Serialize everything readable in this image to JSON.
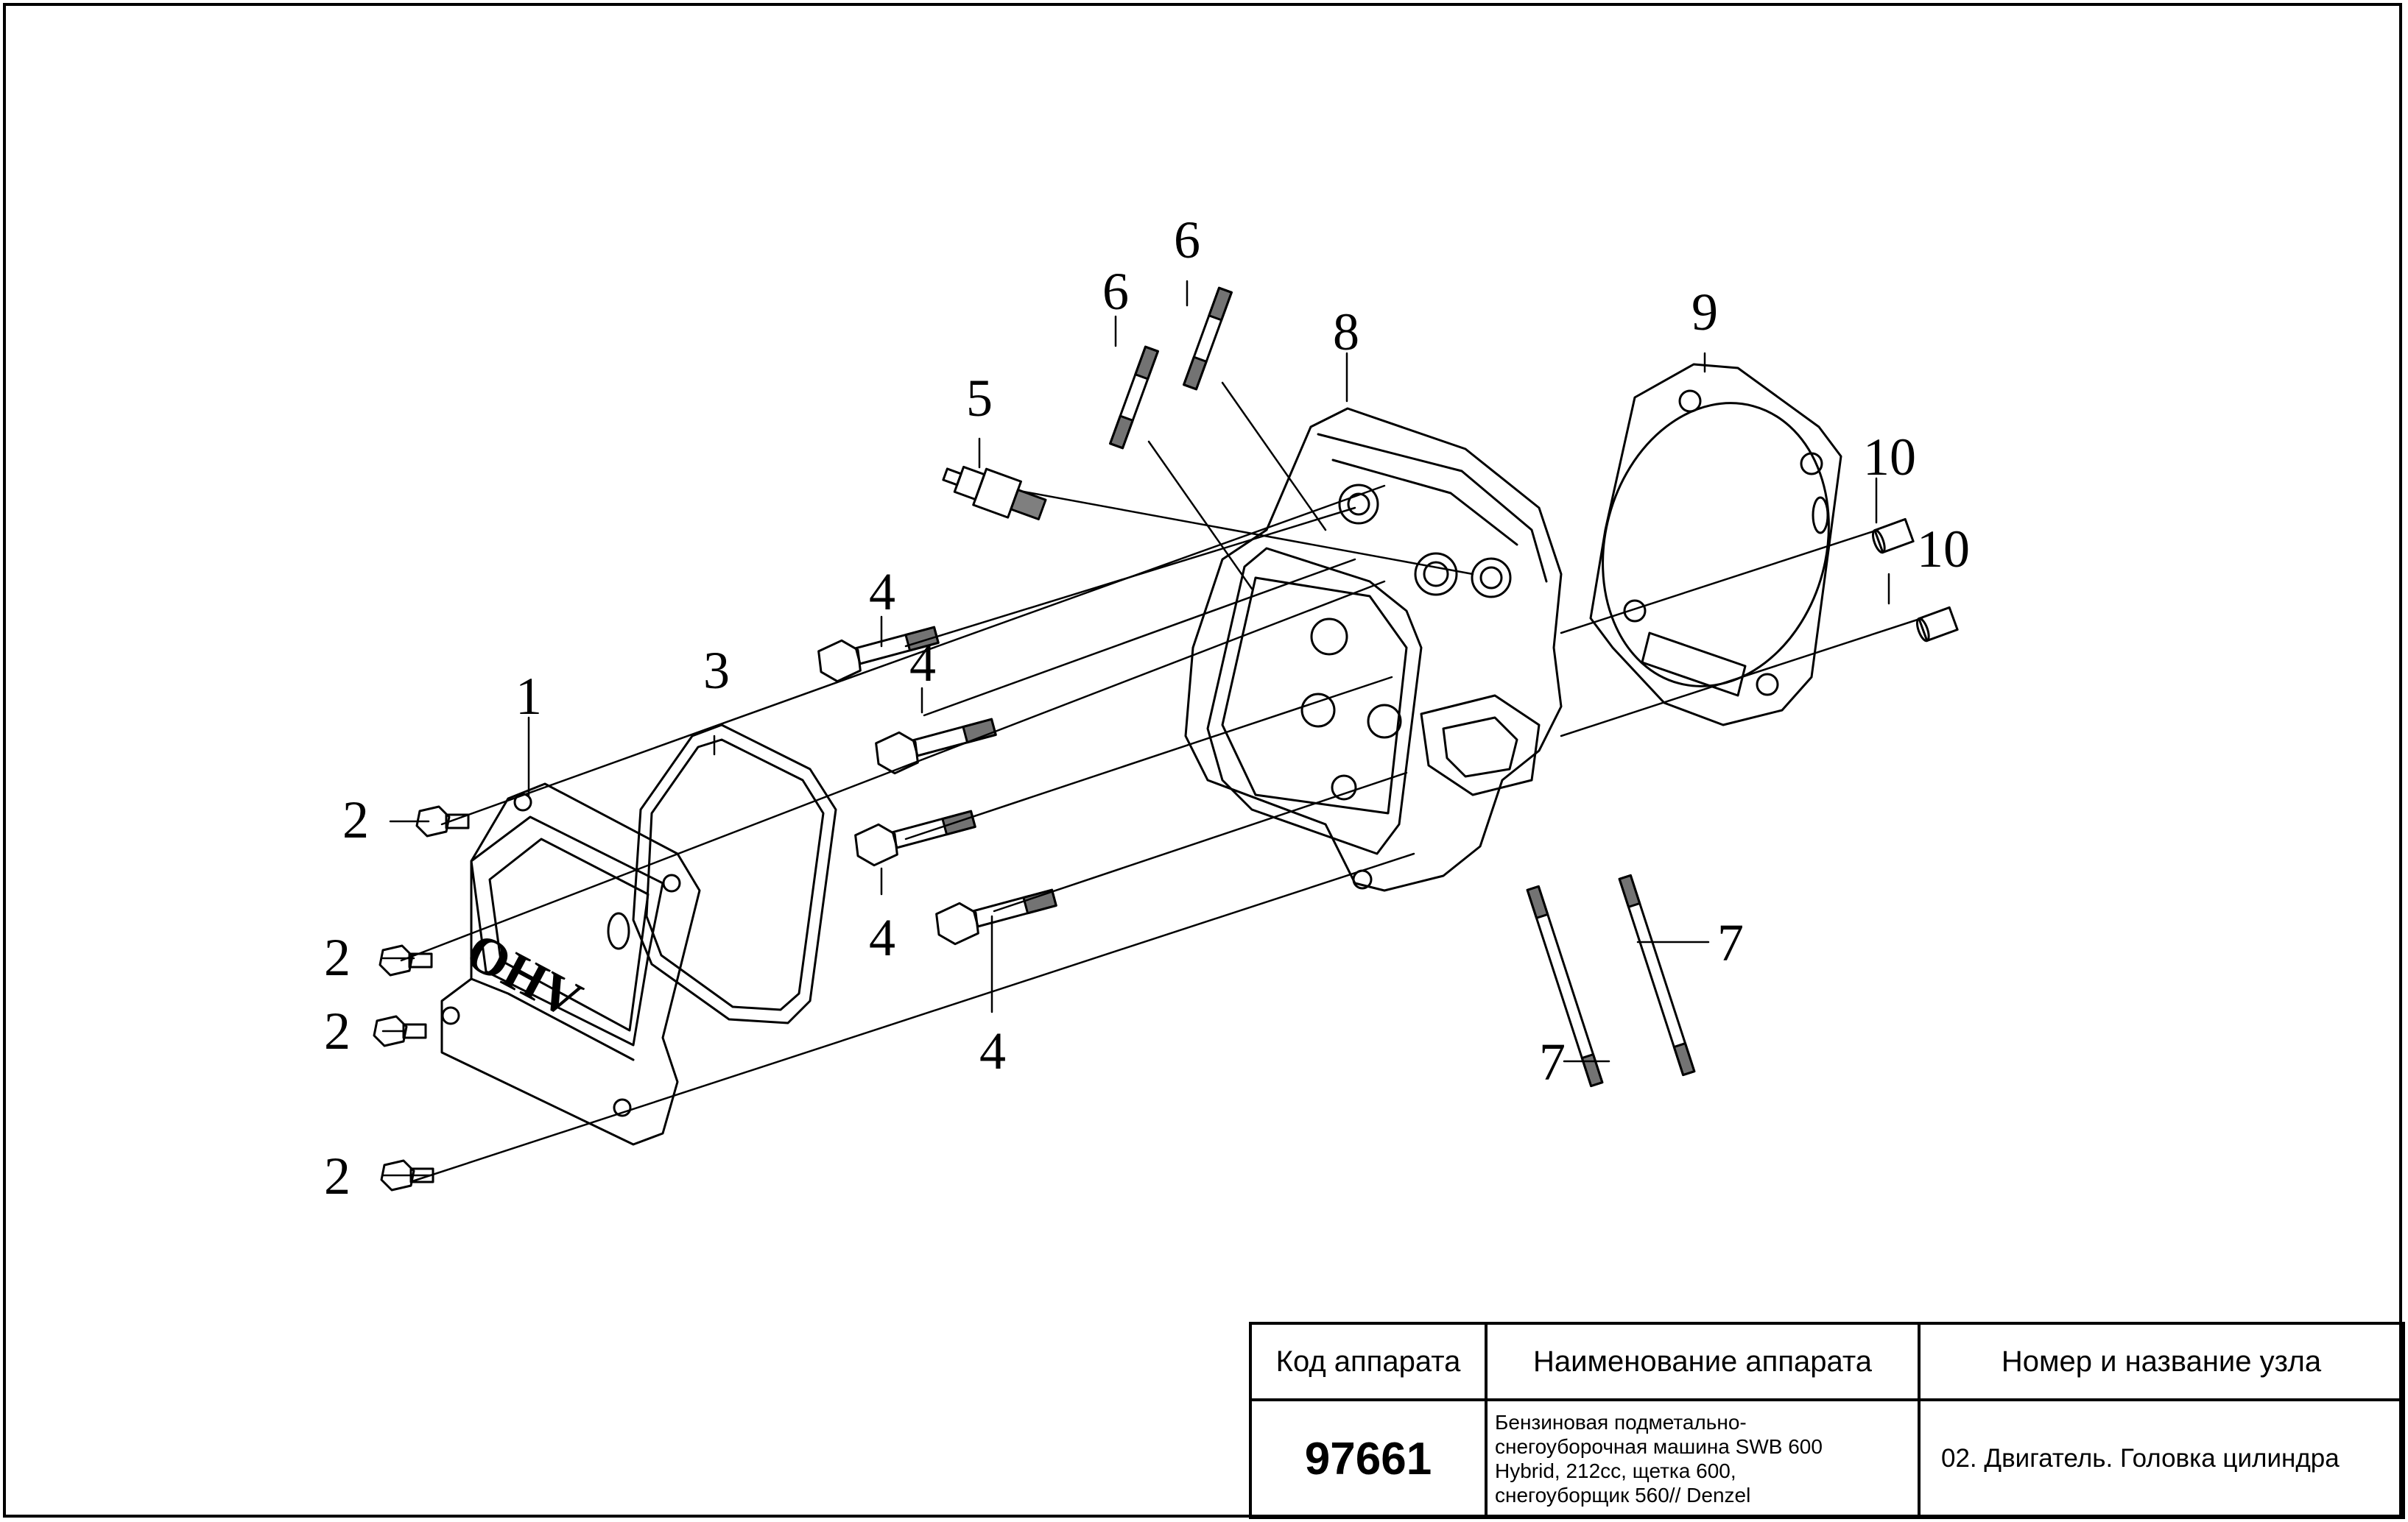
{
  "callouts": [
    {
      "id": "1",
      "text": "1"
    },
    {
      "id": "2a",
      "text": "2"
    },
    {
      "id": "2b",
      "text": "2"
    },
    {
      "id": "2c",
      "text": "2"
    },
    {
      "id": "2d",
      "text": "2"
    },
    {
      "id": "3",
      "text": "3"
    },
    {
      "id": "4a",
      "text": "4"
    },
    {
      "id": "4b",
      "text": "4"
    },
    {
      "id": "4c",
      "text": "4"
    },
    {
      "id": "4d",
      "text": "4"
    },
    {
      "id": "5",
      "text": "5"
    },
    {
      "id": "6a",
      "text": "6"
    },
    {
      "id": "6b",
      "text": "6"
    },
    {
      "id": "7a",
      "text": "7"
    },
    {
      "id": "7b",
      "text": "7"
    },
    {
      "id": "8",
      "text": "8"
    },
    {
      "id": "9",
      "text": "9"
    },
    {
      "id": "10a",
      "text": "10"
    },
    {
      "id": "10b",
      "text": "10"
    }
  ],
  "cover_lettering": "OHV",
  "title_block": {
    "headers": {
      "code": "Код аппарата",
      "name": "Наименование аппарата",
      "node": "Номер и название узла"
    },
    "code_value": "97661",
    "name_lines": [
      "Бензиновая подметально-",
      "снегоуборочная машина SWB 600",
      "Hybrid, 212cc, щетка 600,",
      "снегоуборщик 560// Denzel"
    ],
    "node_value": "02. Двигатель. Головка цилиндра"
  }
}
